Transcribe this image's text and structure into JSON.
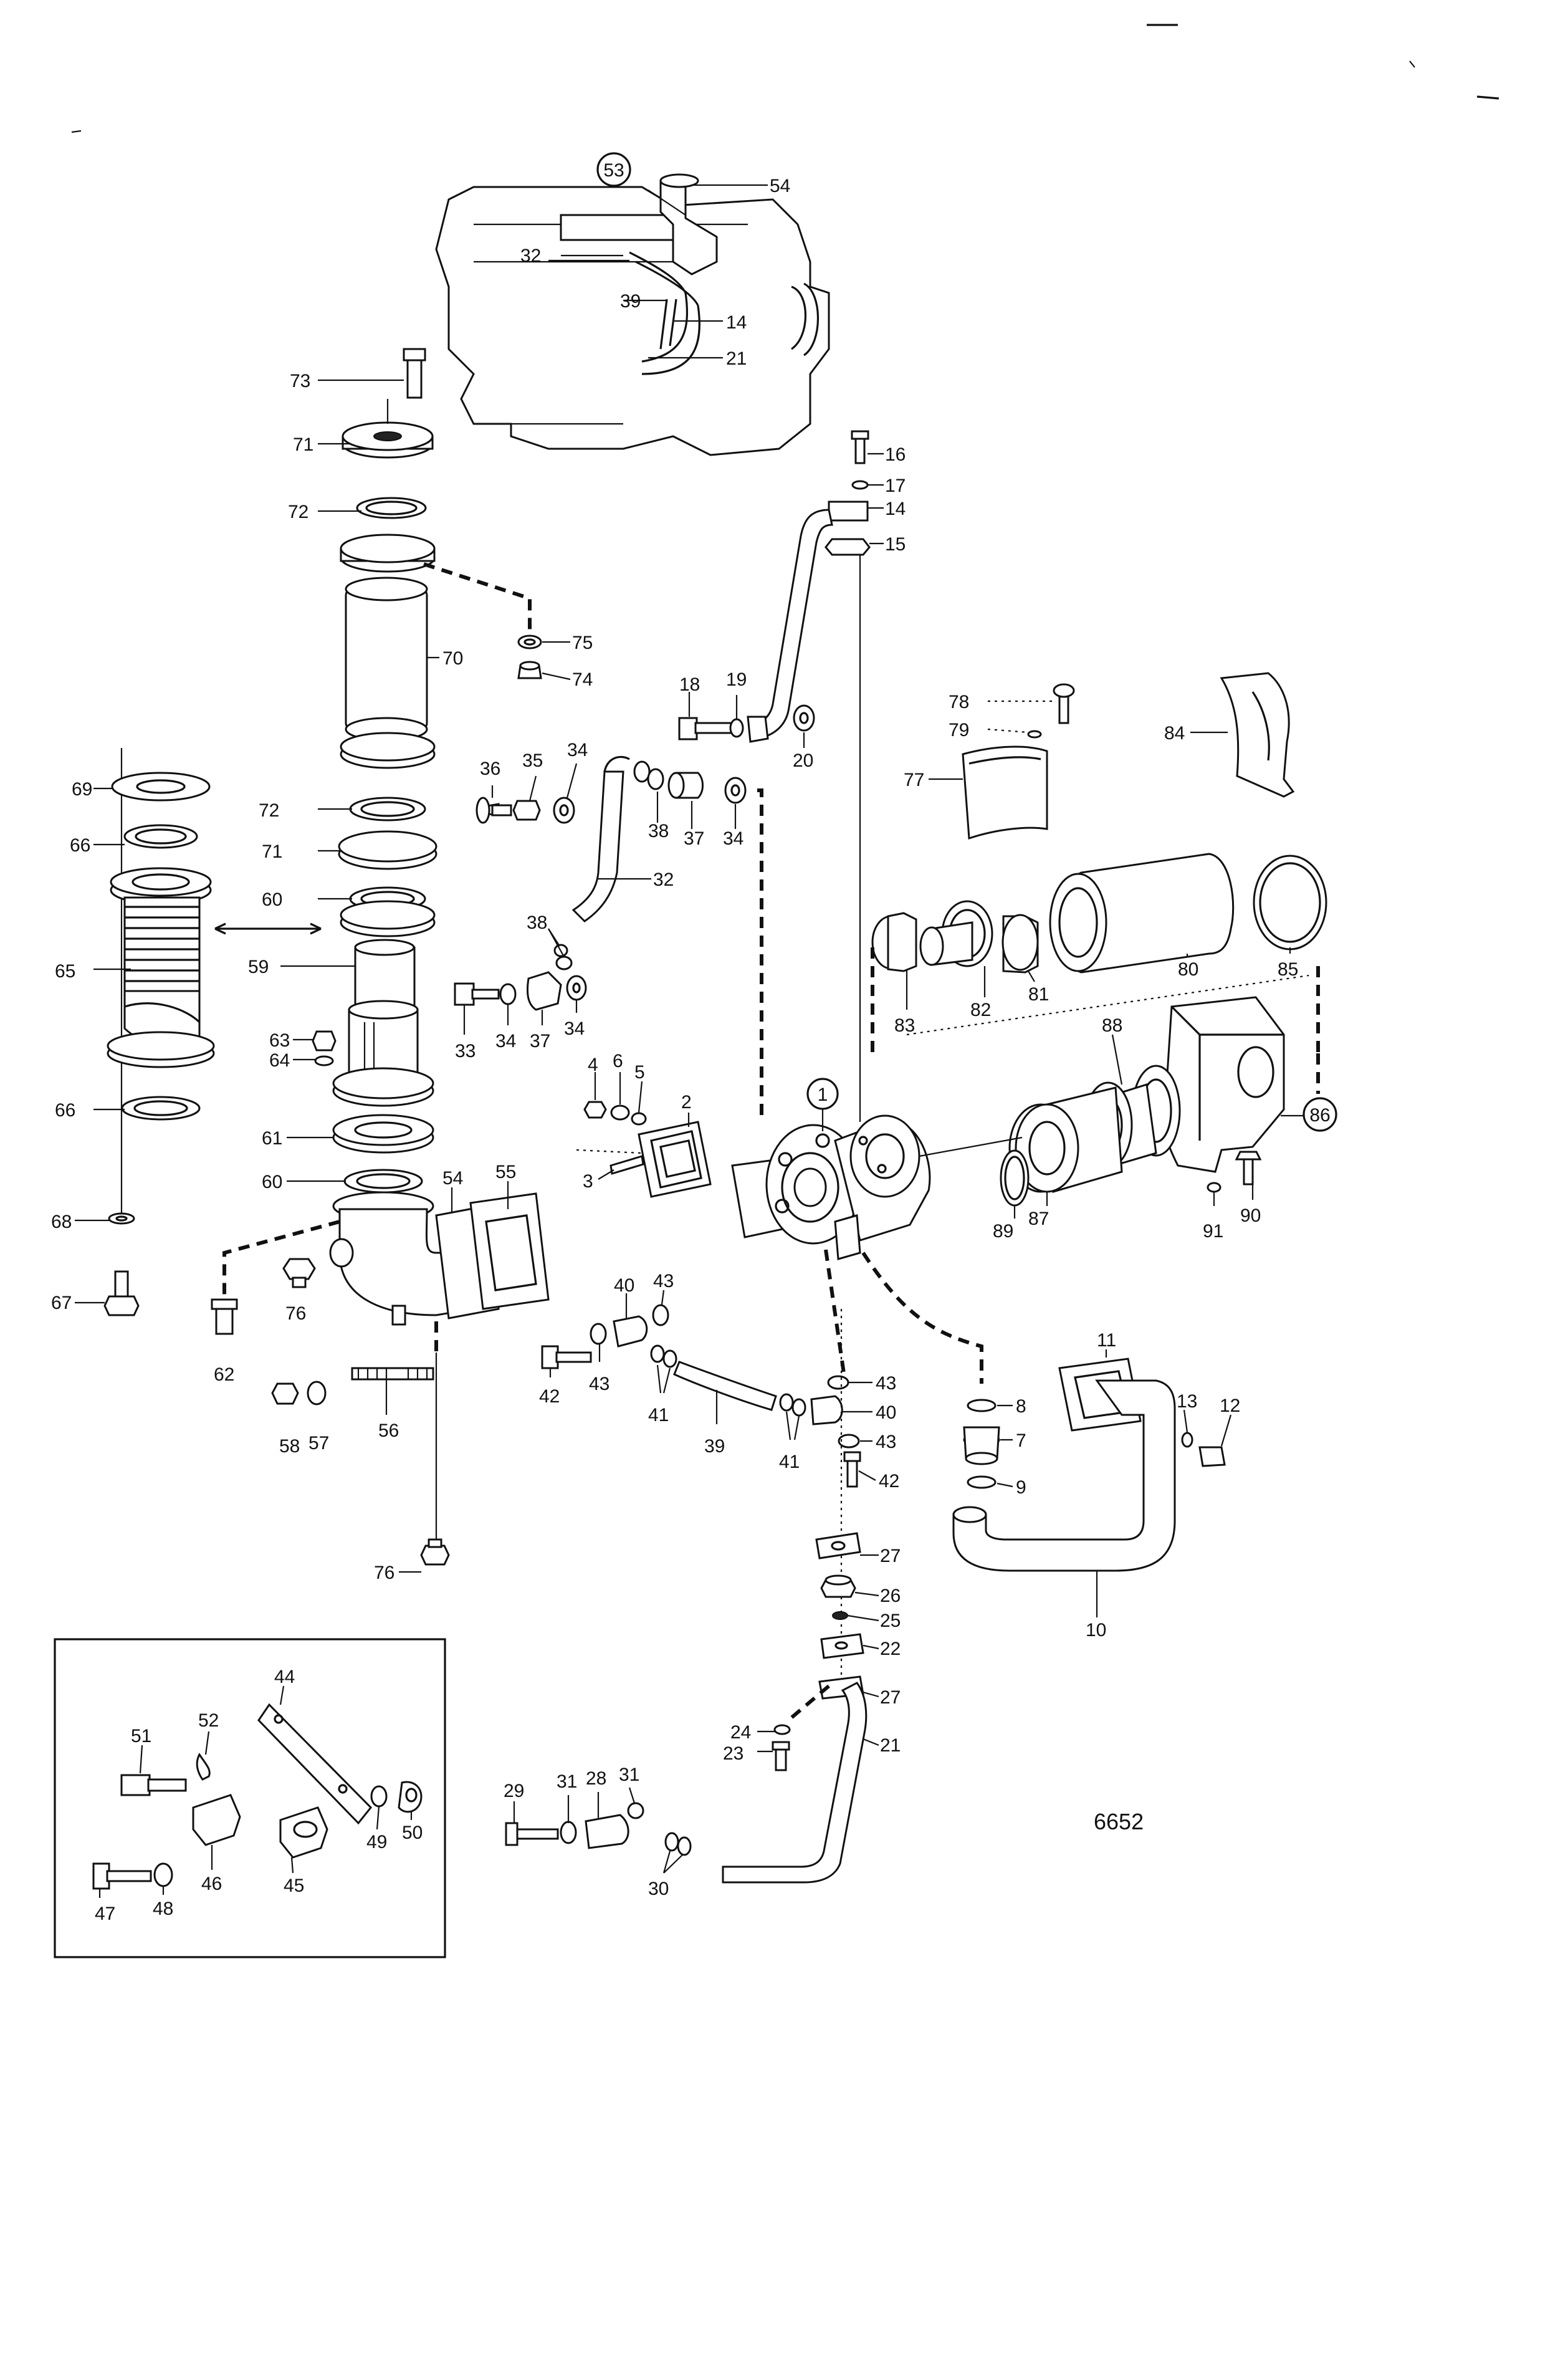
{
  "reference_number": "6652",
  "labels": {
    "l1": "1",
    "l2": "2",
    "l3": "3",
    "l4": "4",
    "l5": "5",
    "l6": "6",
    "l7": "7",
    "l8": "8",
    "l9": "9",
    "l10": "10",
    "l11": "11",
    "l12": "12",
    "l13": "13",
    "l14a": "14",
    "l14b": "14",
    "l15": "15",
    "l16": "16",
    "l17": "17",
    "l18": "18",
    "l19": "19",
    "l20": "20",
    "l21a": "21",
    "l21b": "21",
    "l22": "22",
    "l23": "23",
    "l24": "24",
    "l25": "25",
    "l26": "26",
    "l27a": "27",
    "l27b": "27",
    "l28": "28",
    "l29": "29",
    "l30": "30",
    "l31a": "31",
    "l31b": "31",
    "l32a": "32",
    "l32b": "32",
    "l33": "33",
    "l34a": "34",
    "l34b": "34",
    "l34c": "34",
    "l34d": "34",
    "l35": "35",
    "l36": "36",
    "l37a": "37",
    "l37b": "37",
    "l38a": "38",
    "l38b": "38",
    "l39a": "39",
    "l39b": "39",
    "l40a": "40",
    "l40b": "40",
    "l41a": "41",
    "l41b": "41",
    "l42a": "42",
    "l42b": "42",
    "l43a": "43",
    "l43b": "43",
    "l43c": "43",
    "l43d": "43",
    "l44": "44",
    "l45": "45",
    "l46": "46",
    "l47": "47",
    "l48": "48",
    "l49": "49",
    "l50": "50",
    "l51": "51",
    "l52": "52",
    "l53": "53",
    "l54a": "54",
    "l54b": "54",
    "l55": "55",
    "l56": "56",
    "l57": "57",
    "l58": "58",
    "l59": "59",
    "l60a": "60",
    "l60b": "60",
    "l61": "61",
    "l62": "62",
    "l63": "63",
    "l64": "64",
    "l65": "65",
    "l66a": "66",
    "l66b": "66",
    "l67": "67",
    "l68": "68",
    "l69": "69",
    "l70": "70",
    "l71a": "71",
    "l71b": "71",
    "l72a": "72",
    "l72b": "72",
    "l73": "73",
    "l74": "74",
    "l75": "75",
    "l76a": "76",
    "l76b": "76",
    "l77": "77",
    "l78": "78",
    "l79": "79",
    "l80": "80",
    "l81": "81",
    "l82": "82",
    "l83": "83",
    "l84": "84",
    "l85": "85",
    "l86": "86",
    "l87": "87",
    "l88": "88",
    "l89": "89",
    "l90": "90",
    "l91": "91"
  }
}
